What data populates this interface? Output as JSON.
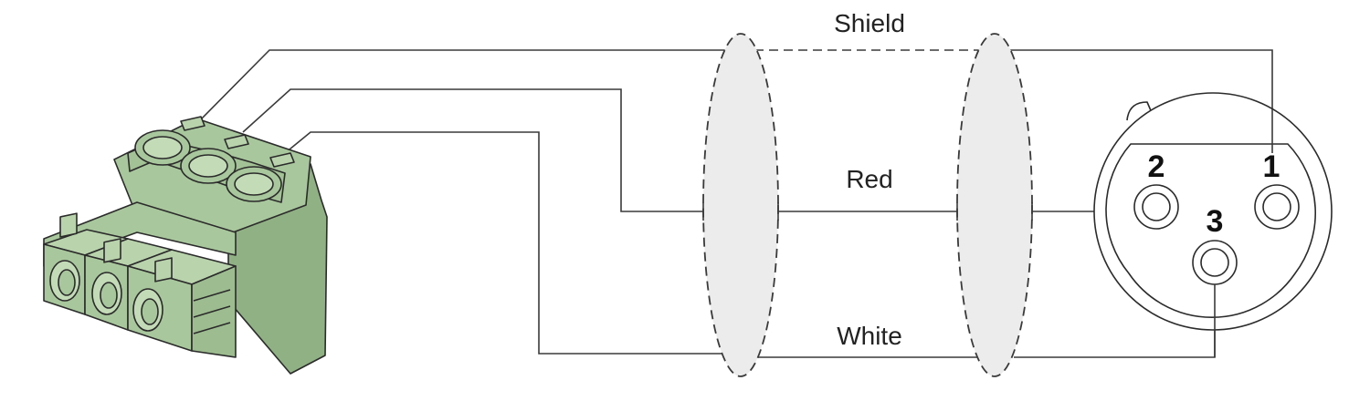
{
  "wires": {
    "shield_label": "Shield",
    "red_label": "Red",
    "white_label": "White"
  },
  "xlr_connector": {
    "pins": [
      {
        "number": "1"
      },
      {
        "number": "2"
      },
      {
        "number": "3"
      }
    ]
  },
  "colors": {
    "terminal_body": "#a9c79c",
    "terminal_shade": "#8fb183",
    "sheath_fill": "#ececec",
    "line": "#3a3a3a"
  }
}
